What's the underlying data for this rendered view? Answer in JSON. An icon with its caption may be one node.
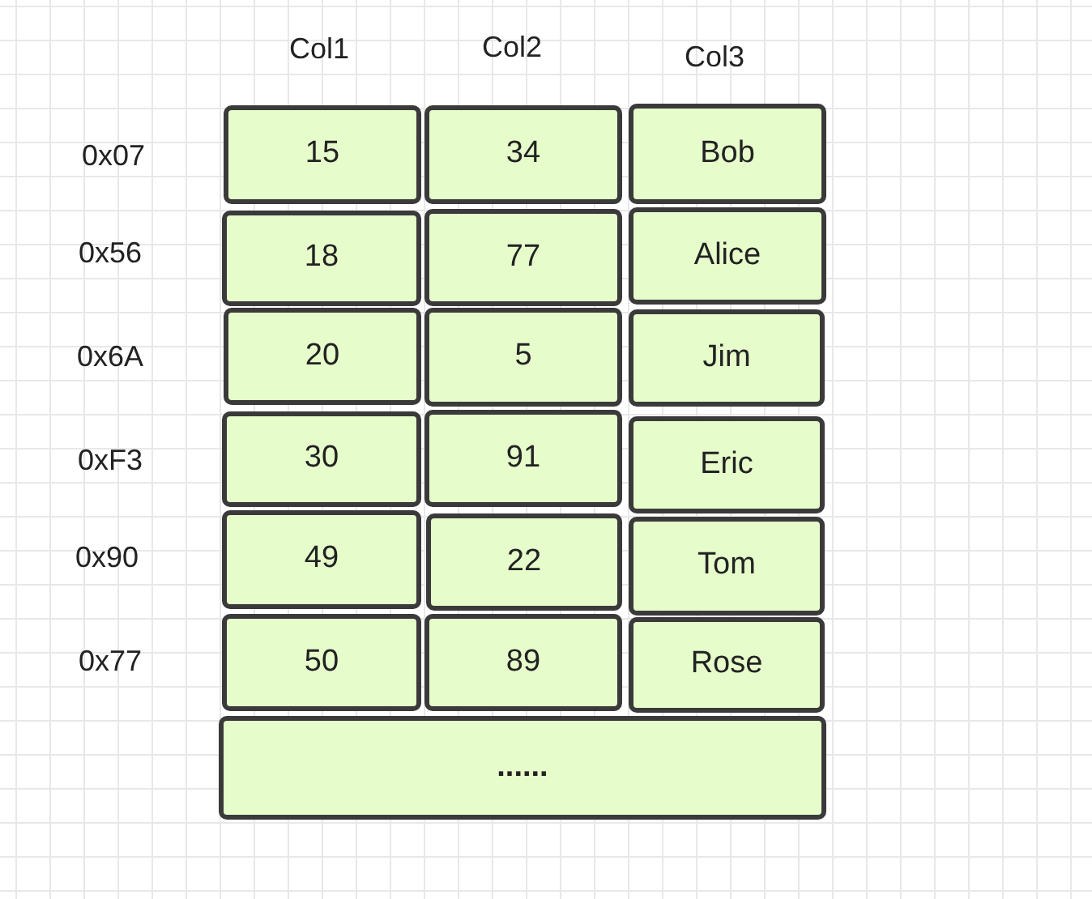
{
  "diagram": {
    "nodes": [
      {
        "text": [
          "15"
        ]
      },
      {
        "text": [
          "34"
        ]
      },
      {
        "text": [
          "Bob"
        ]
      },
      {
        "text": [
          "18"
        ]
      },
      {
        "text": [
          "77"
        ]
      },
      {
        "text": [
          "Alice"
        ]
      },
      {
        "text": [
          "20"
        ]
      },
      {
        "text": [
          "5"
        ]
      },
      {
        "text": [
          "Jim"
        ]
      },
      {
        "text": [
          "30"
        ]
      },
      {
        "text": [
          "91"
        ]
      },
      {
        "text": [
          "Eric"
        ]
      },
      {
        "text": [
          "49"
        ]
      },
      {
        "text": [
          "22"
        ]
      },
      {
        "text": [
          "Tom"
        ]
      },
      {
        "text": [
          "50"
        ]
      },
      {
        "text": [
          "89"
        ]
      },
      {
        "text": [
          "Rose"
        ]
      },
      {
        "text": [
          "......"
        ]
      }
    ],
    "labels": [
      "Col1",
      "Col2",
      "Col3",
      "0x07",
      "0x56",
      "0x6A",
      "0xF3",
      "0x90",
      "0x77"
    ]
  }
}
